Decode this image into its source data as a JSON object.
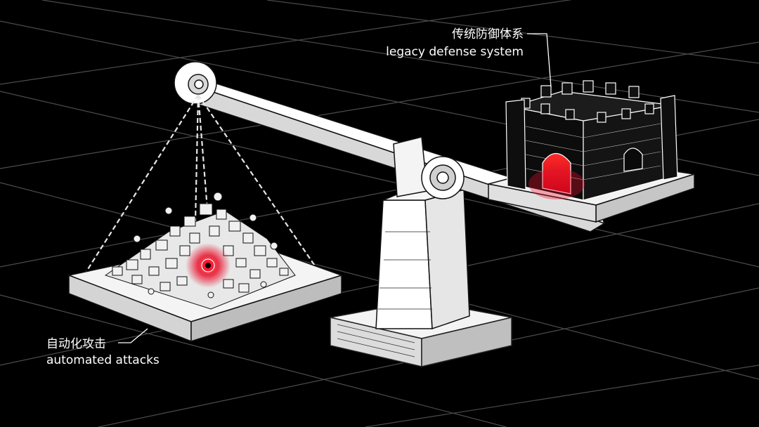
{
  "diagram": {
    "background_color": "#000000",
    "line_color": "#ffffff",
    "accent_color": "#e8102a",
    "labels": {
      "legacy_defense": {
        "zh": "传统防御体系",
        "en": "legacy defense system"
      },
      "automated_attacks": {
        "zh": "自动化攻击",
        "en": "automated attacks"
      }
    },
    "icons": [
      "balance-scale-icon",
      "castle-icon",
      "chain-icon",
      "bot-swarm-icon",
      "red-core-icon"
    ]
  }
}
